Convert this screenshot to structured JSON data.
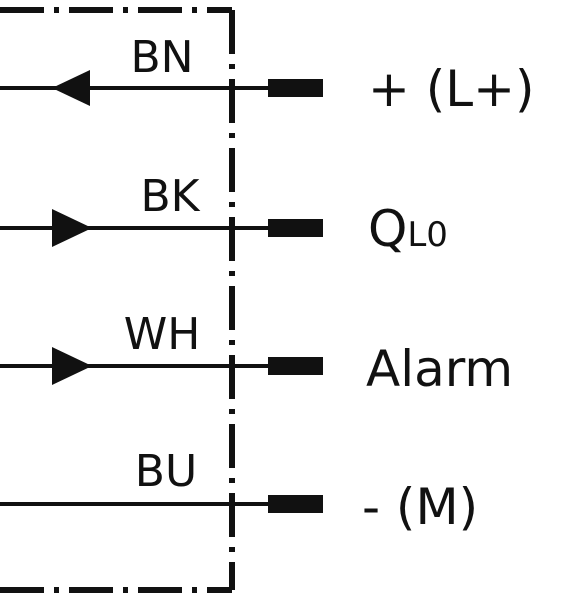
{
  "diagram": {
    "type": "sensor-wiring-diagram",
    "colors": {
      "line": "#111111",
      "background": "#ffffff"
    },
    "wires": [
      {
        "code": "BN",
        "terminal": "+ (L+)",
        "arrow": "in"
      },
      {
        "code": "BK",
        "terminal_main": "Q",
        "terminal_sub": "L0",
        "arrow": "out"
      },
      {
        "code": "WH",
        "terminal": "Alarm",
        "arrow": "out"
      },
      {
        "code": "BU",
        "terminal": "- (M)",
        "arrow": "none"
      }
    ]
  }
}
